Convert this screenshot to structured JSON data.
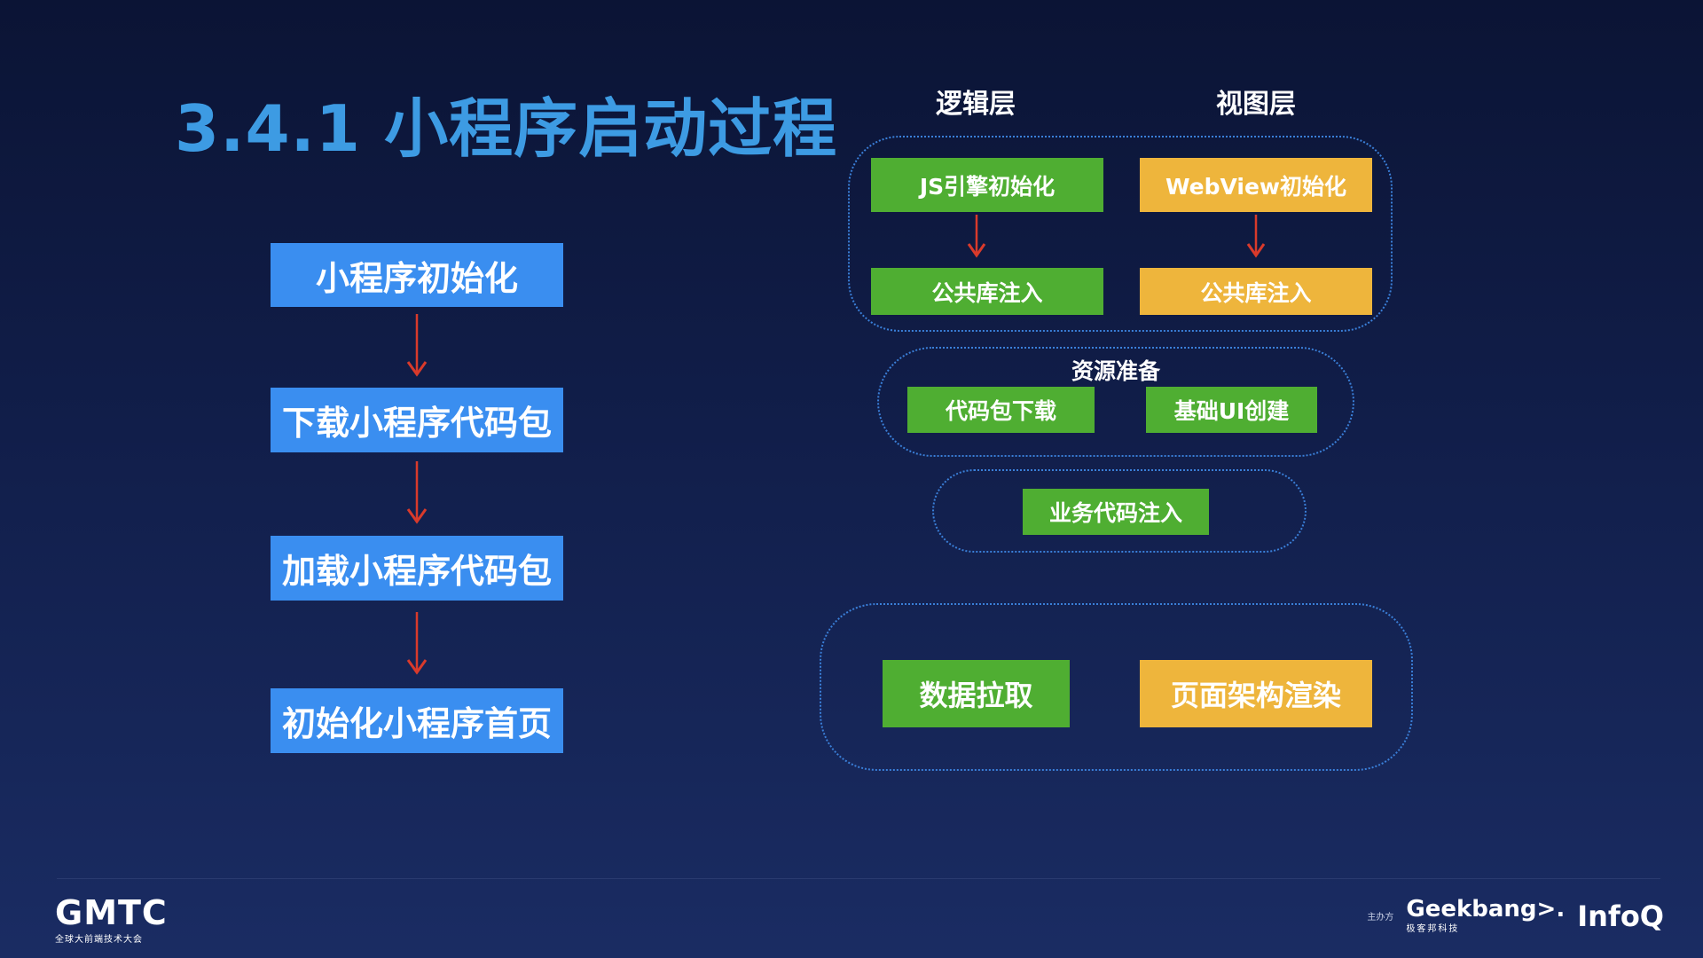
{
  "title": "3.4.1 小程序启动过程",
  "left_flow": {
    "steps": [
      "小程序初始化",
      "下载小程序代码包",
      "加载小程序代码包",
      "初始化小程序首页"
    ]
  },
  "right_flow": {
    "logic_header": "逻辑层",
    "view_header": "视图层",
    "logic_init": "JS引擎初始化",
    "view_init": "WebView初始化",
    "logic_lib": "公共库注入",
    "view_lib": "公共库注入",
    "resource_label": "资源准备",
    "code_download": "代码包下载",
    "ui_build": "基础UI创建",
    "business_inject": "业务代码注入",
    "data_fetch": "数据拉取",
    "page_render": "页面架构渲染"
  },
  "footer": {
    "gmtc_logo": "GMTC",
    "gmtc_sub": "全球大前端技术大会",
    "sponsor_label": "主办方",
    "geekbang_logo": "Geekbang>.",
    "geekbang_sub": "极客邦科技",
    "infoq_logo": "InfoQ"
  },
  "colors": {
    "title": "#3d9be3",
    "blue_box": "#3a8ef0",
    "green_box": "#4fae32",
    "yellow_box": "#eeb53c",
    "arrow": "#d93a2b",
    "group_border": "#3a7fd8"
  }
}
